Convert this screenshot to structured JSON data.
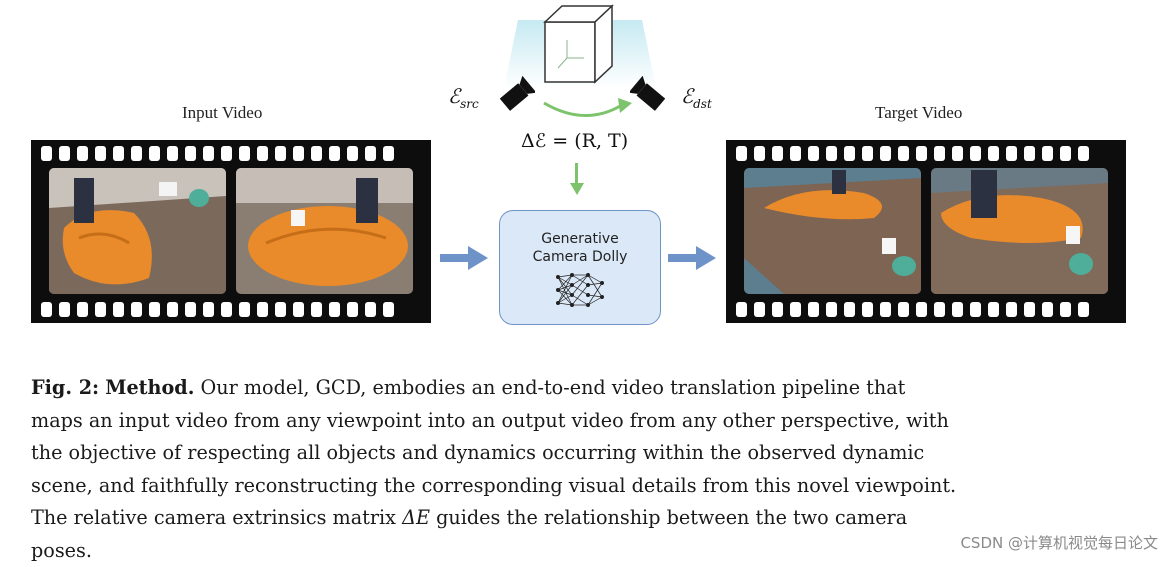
{
  "figure": {
    "input_label": "Input Video",
    "target_label": "Target Video",
    "camera_src_label": "ℰ",
    "camera_src_sub": "src",
    "camera_dst_label": "ℰ",
    "camera_dst_sub": "dst",
    "delta_equation": "Δℰ = (R, T)",
    "box_title": "Generative",
    "box_subtitle": "Camera Dolly",
    "colors": {
      "accent_blue": "#6d93c9",
      "box_fill": "#dbe8f7",
      "green_arrow": "#7cc36b",
      "cloth": "#e98a2b"
    }
  },
  "caption": {
    "fig_label": "Fig. 2:",
    "title": "Method.",
    "lines": [
      "Our model, GCD, embodies an end-to-end video translation pipeline that",
      "maps an input video from any viewpoint into an output video from any other perspective, with",
      "the objective of respecting all objects and dynamics occurring within the observed dynamic",
      "scene, and faithfully reconstructing the corresponding visual details from this novel viewpoint.",
      "The relative camera extrinsics matrix",
      "guides the relationship between the two camera",
      "poses."
    ],
    "matrix_symbol": "ΔE"
  },
  "watermark": "CSDN @计算机视觉每日论文"
}
